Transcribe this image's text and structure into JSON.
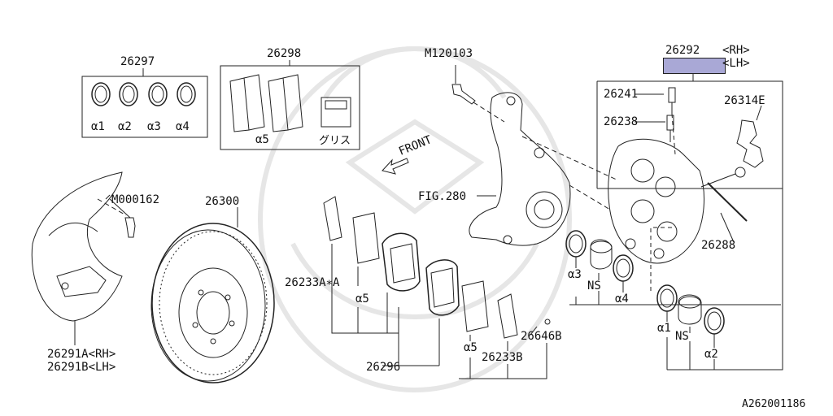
{
  "parts": {
    "p26297": "26297",
    "p26298": "26298",
    "m120103": "M120103",
    "p26292": "26292",
    "rh": "<RH>",
    "lh": "<LH>",
    "p26241": "26241",
    "p26314e": "26314E",
    "p26238": "26238",
    "front": "FRONT",
    "fig280": "FIG.280",
    "m000162": "M000162",
    "p26300": "26300",
    "p26288": "26288",
    "p26233aa": "26233A∗A",
    "p26291a": "26291A<RH>",
    "p26291b": "26291B<LH>",
    "p26296": "26296",
    "p26233b": "26233B",
    "p26646b": "26646B",
    "ref": "A262001186"
  },
  "markers": {
    "a1": "α1",
    "a2": "α2",
    "a3": "α3",
    "a4": "α4",
    "a5": "α5",
    "ns": "NS",
    "grease": "グリス"
  },
  "colors": {
    "line": "#222222",
    "highlight": "#a9a8d6",
    "watermark": "#e9e9e9"
  }
}
